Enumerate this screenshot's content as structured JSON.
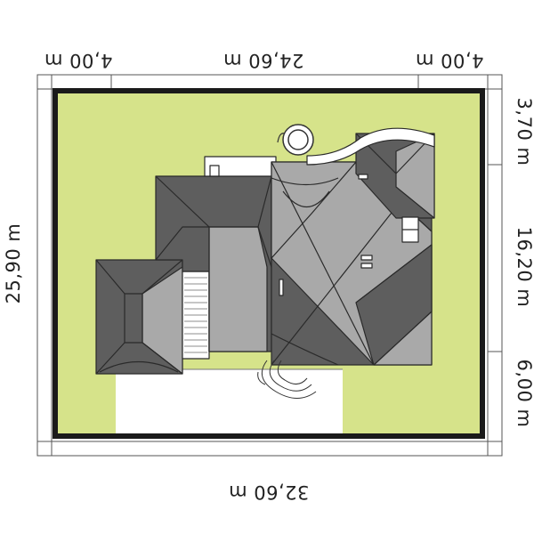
{
  "dimensions": {
    "top_left": "4,00 m",
    "top_center": "24,60 m",
    "top_right": "4,00 m",
    "bottom": "32,60 m",
    "left": "25,90 m",
    "right_top": "3,70 m",
    "right_middle": "16,20 m",
    "right_bottom": "6,00 m"
  },
  "colors": {
    "lawn": "#d6e38a",
    "paving": "#ffffff",
    "boundary": "#1a1a1a",
    "roof_dark": "#5e5e5e",
    "roof_light": "#a9a9a9",
    "roof_outline": "#2a2a2a"
  }
}
